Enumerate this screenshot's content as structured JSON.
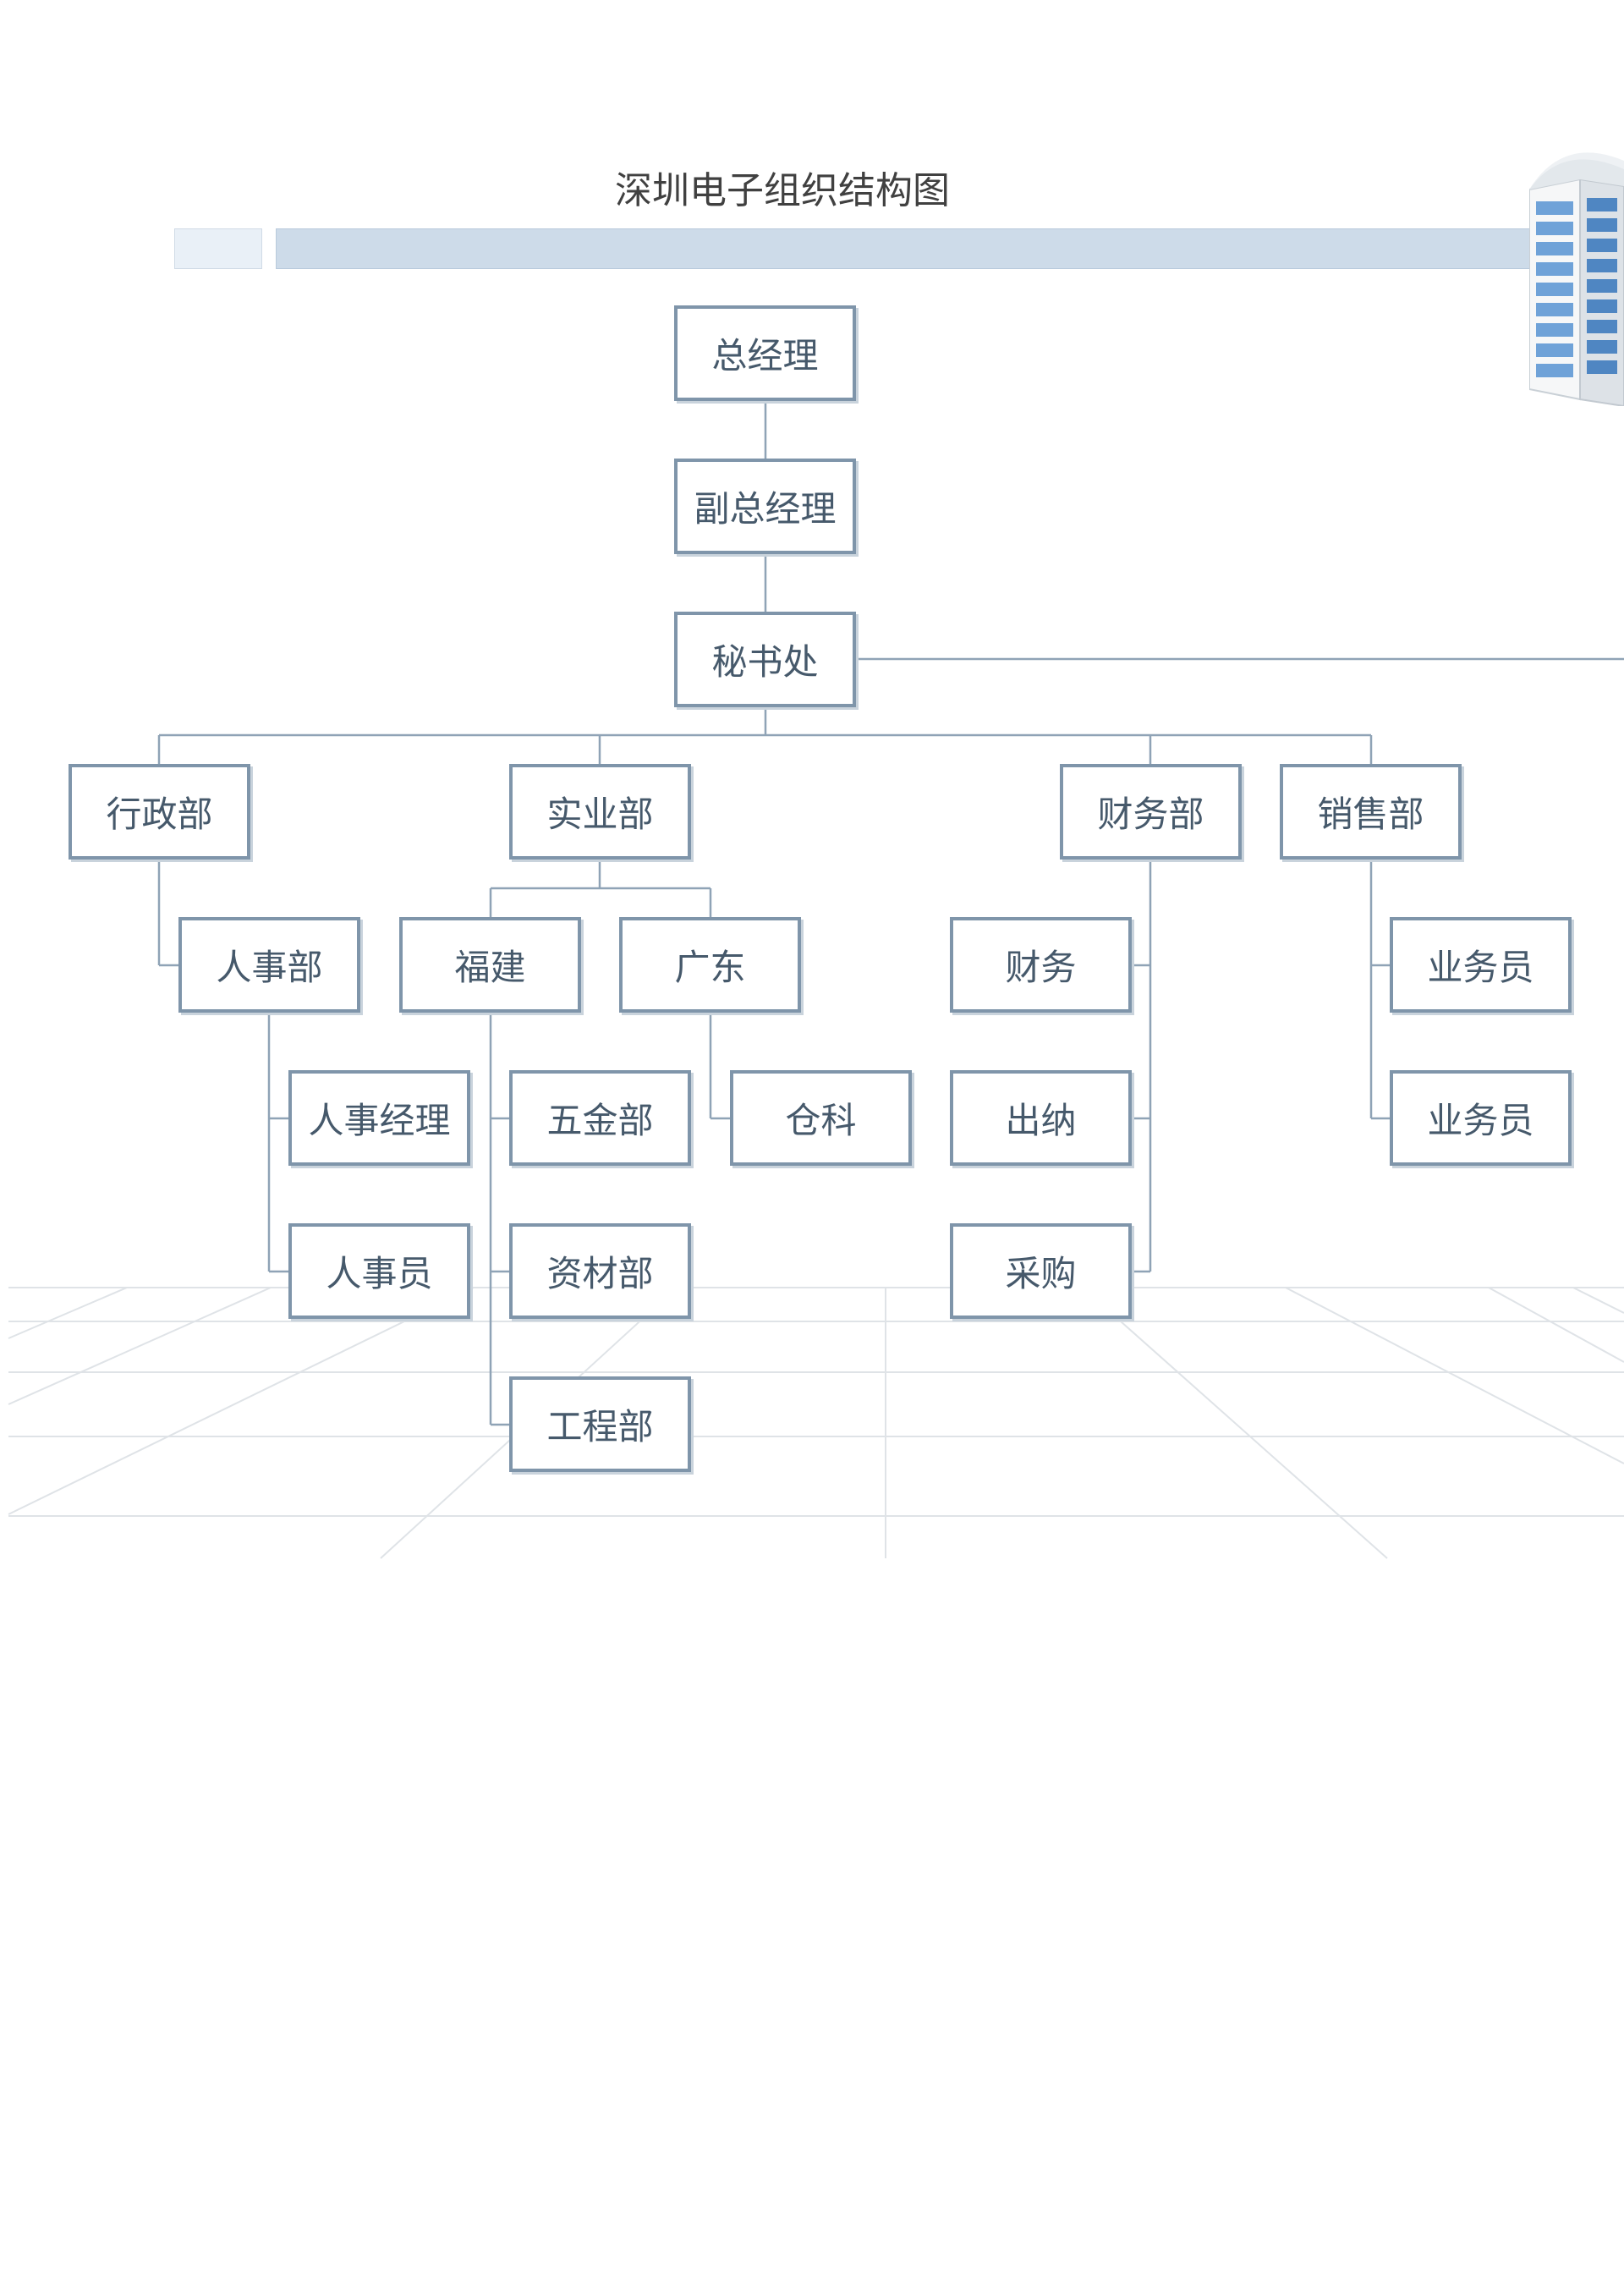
{
  "title": "深圳电子组织结构图",
  "colors": {
    "box_border": "#7f95aa",
    "box_text": "#46596b",
    "connector": "#8fa3b6",
    "banner": "#cddbe9",
    "grid": "#dfe3e7"
  },
  "nodes": {
    "gm": "总经理",
    "vgm": "副总经理",
    "secretariat": "秘书处",
    "admin": "行政部",
    "industry": "实业部",
    "finance_dept": "财务部",
    "sales_dept": "销售部",
    "hr_dept": "人事部",
    "fujian": "福建",
    "guangdong": "广东",
    "finance": "财务",
    "salesperson_1": "业务员",
    "hr_manager": "人事经理",
    "hardware_dept": "五金部",
    "warehouse": "仓科",
    "cashier": "出纳",
    "salesperson_2": "业务员",
    "hr_staff": "人事员",
    "materials_dept": "资材部",
    "purchasing": "采购",
    "engineering_dept": "工程部"
  }
}
